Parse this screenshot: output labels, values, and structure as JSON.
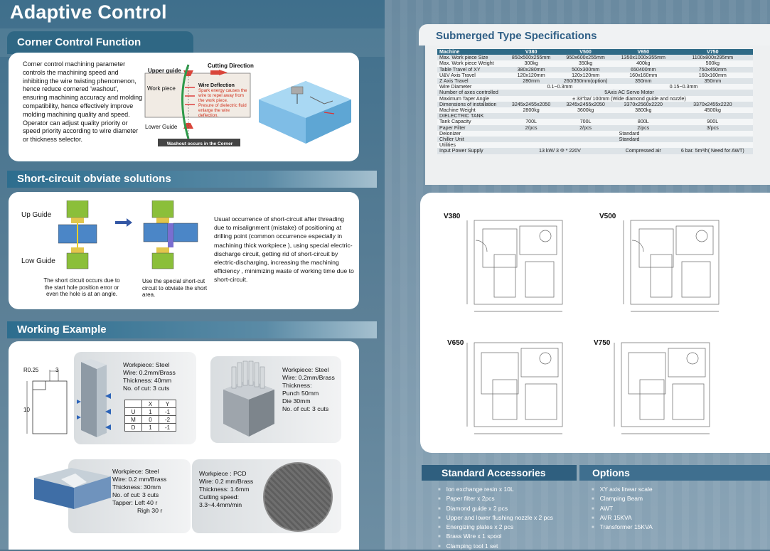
{
  "page_title": "Adaptive Control",
  "corner": {
    "title": "Corner Control Function",
    "body": "Corner control machining parameter controls the machining speed and inhibiting the wire twisting phenomenon, hence reduce cornered 'washout', ensuring machining accuracy and molding compatibility, hence effectively improve molding machining quality and speed.",
    "body2": "Operator can adjust quality priority or speed priority according to wire diameter or thickness selector.",
    "upper_guide": "Upper guide",
    "cutting_direction": "Cutting Direction",
    "work_piece": "Work piece",
    "wire_deflection": "Wire Deflection",
    "deflection_note1": "Spark energy causes the wire to repel away from the work piece.",
    "deflection_note2": "Presure of dielectric fluid enlarge the wire deflection.",
    "lower_guide": "Lower Guide",
    "washout": "Washout occurs in the Corner"
  },
  "short": {
    "title": "Short-circuit obviate solutions",
    "up_guide": "Up Guide",
    "low_guide": "Low Guide",
    "caption1": "The short circuit occurs due to the start hole position error or even the hole is at an angle.",
    "caption2": "Use the special short-cut circuit to obviate the short area.",
    "body": "Usual occurrence of short-circuit after threading due to misalignment (mistake) of positioning at drilling point (common occurrence especially in machining thick workpiece ), using special electric-discharge circuit, getting rid of short-circuit by electric-discharging, increasing the machining efficiency , minimizing waste of working time due to short-circuit."
  },
  "working": {
    "title": "Working Example",
    "dims": {
      "r": "R0.25",
      "w": "3",
      "h": "10"
    },
    "ex1": [
      "Workpiece: Steel",
      "Wire: 0.2mm/Brass",
      "Thickness: 40mm",
      "No. of cut: 3 cuts"
    ],
    "table_head": [
      "",
      "X",
      "Y"
    ],
    "table_rows": [
      [
        "U",
        "1",
        "-1"
      ],
      [
        "M",
        "0",
        "-2"
      ],
      [
        "D",
        "1",
        "-1"
      ]
    ],
    "ex2": [
      "Workpiece: Steel",
      "Wire: 0.2mm/Brass",
      "Thickness:",
      "Punch 50mm",
      "Die 30mm",
      "No. of cut: 3 cuts"
    ],
    "ex3": [
      "Workpiece: Steel",
      "Wire: 0.2 mm/Brass",
      "Thickness: 30mm",
      "No. of cut: 3 cuts",
      "Tapper:  Left 40 r",
      "Righ 30 r"
    ],
    "ex4": [
      "Workpiece : PCD",
      "Wire: 0.2 mm/Brass",
      "Thickness: 1.6mm",
      "Cutting speed:",
      "3.3~4.4mm/min"
    ]
  },
  "specs": {
    "title": "Submerged Type Specifications",
    "header": [
      "Machine",
      "V380",
      "V500",
      "V650",
      "V750"
    ],
    "rows": [
      [
        "Max. Work piece Size",
        "850x500x255mm",
        "950x600x255mm",
        "1350x1000x355mm",
        "1100x800x295mm"
      ],
      [
        "Max. Work piece Weight",
        "300kg",
        "350kg",
        "400kg",
        "500kg"
      ],
      [
        "Table Travel of XY",
        "380x280mm",
        "500x300mm",
        "650400mm",
        "750x450mm"
      ],
      [
        "U&V Axis Travel",
        "120x120mm",
        "120x120mm",
        "160x160mm",
        "160x160mm"
      ],
      [
        "Z Axis Travel",
        "280mm",
        "260/350mm(option)",
        "350mm",
        "350mm"
      ]
    ],
    "wire_diameter": {
      "label": "Wire Diameter",
      "a": "0.1~0.3mm",
      "b": "0.15~0.3mm"
    },
    "axes": {
      "label": "Number of axes controlled",
      "value": "5Axis AC Servo Motor"
    },
    "taper": {
      "label": "Maximum Taper Angle",
      "value": "± 33°ba/ 100mm (Wide diamond guide and nozzle)"
    },
    "rows2": [
      [
        "Dimensions of installation",
        "3245x2455x2050",
        "3245x2455x2050",
        "3370x2560x2220",
        "3370x2455x2220"
      ],
      [
        "Machine Weight",
        "2800kg",
        "3600kg",
        "3800kg",
        "4500kg"
      ]
    ],
    "dielectric": "DIELECTRIC TANK",
    "rows3": [
      [
        "Tank Capacity",
        "700L",
        "700L",
        "800L",
        "900L"
      ],
      [
        "Paper Filter",
        "2/pcs",
        "2/pcs",
        "2/pcs",
        "3/pcs"
      ]
    ],
    "deionizer": {
      "label": "Deionizer",
      "value": "Standard"
    },
    "chiller": {
      "label": "Chiller Unit",
      "value": "Standard"
    },
    "utilities": "Utilities",
    "power": {
      "label": "Input Power Supply",
      "a": "13 kW/ 3 Φ  * 220V",
      "b": "Compressed air",
      "c": "6 bar. 5m³/h( Need for AWT)"
    }
  },
  "drawings": {
    "labels": [
      "V380",
      "V500",
      "V650",
      "V750"
    ]
  },
  "accessories": {
    "title": "Standard Accessories",
    "items": [
      "Ion exchange resin x 10L",
      "Paper filter x 2pcs",
      "Diamond guide x 2 pcs",
      "Upper and lower flushing nozzle x 2 pcs",
      "Energizing plates x 2  pcs",
      "Brass Wire x 1 spool",
      "Clamping tool 1 set"
    ]
  },
  "options": {
    "title": "Options",
    "items": [
      "XY axis linear scale",
      "Clamping Beam",
      "AWT",
      "AVR 15KVA",
      "Transformer 15KVA"
    ]
  },
  "colors": {
    "accent": "#2f6a86",
    "brand_dark": "#2f5f86",
    "warning": "#d0301c"
  }
}
